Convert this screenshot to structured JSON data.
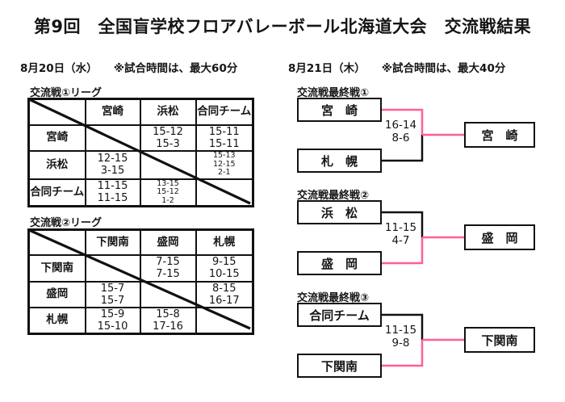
{
  "title": "第9回　全国盲学校フロアバレーボール北海道大会　交流戦結果",
  "colors": {
    "winner_line_pink": "#ff5f96",
    "loser_line_black": "#111111"
  },
  "left": {
    "date_note": "8月20日（水）　　※試合時間は、最大60分",
    "tables": [
      {
        "label": "交流戦①リーグ",
        "header": [
          "宮崎",
          "浜松",
          "合同チーム"
        ],
        "rows": [
          {
            "team": "宮崎",
            "cells": [
              "",
              "15-12\n15-3",
              "15-11\n15-11"
            ]
          },
          {
            "team": "浜松",
            "cells": [
              "12-15\n3-15",
              "",
              "15-13\n12-15\n2-1"
            ]
          },
          {
            "team": "合同チーム",
            "cells": [
              "11-15\n11-15",
              "13-15\n15-12\n1-2",
              ""
            ]
          }
        ]
      },
      {
        "label": "交流戦②リーグ",
        "header": [
          "下関南",
          "盛岡",
          "札幌"
        ],
        "rows": [
          {
            "team": "下関南",
            "cells": [
              "",
              "7-15\n7-15",
              "9-15\n10-15"
            ]
          },
          {
            "team": "盛岡",
            "cells": [
              "15-7\n15-7",
              "",
              "8-15\n16-17"
            ]
          },
          {
            "team": "札幌",
            "cells": [
              "15-9\n15-10",
              "15-8\n17-16",
              ""
            ]
          }
        ]
      }
    ]
  },
  "right": {
    "date_note": "8月21日（木）　　※試合時間は、最大40分",
    "brackets": [
      {
        "label": "交流戦最終戦①",
        "team_top": "宮　崎",
        "team_bottom": "札　幌",
        "scores": [
          "16-14",
          "8-6"
        ],
        "winner": "宮　崎",
        "top_color": "#ff5f96",
        "bottom_color": "#111111",
        "winner_color": "#ff5f96"
      },
      {
        "label": "交流戦最終戦②",
        "team_top": "浜　松",
        "team_bottom": "盛　岡",
        "scores": [
          "11-15",
          "4-7"
        ],
        "winner": "盛　岡",
        "top_color": "#111111",
        "bottom_color": "#ff5f96",
        "winner_color": "#ff5f96"
      },
      {
        "label": "交流戦最終戦③",
        "team_top": "合同チーム",
        "team_bottom": "下関南",
        "scores": [
          "11-15",
          "9-8"
        ],
        "winner": "下関南",
        "top_color": "#111111",
        "bottom_color": "#ff5f96",
        "winner_color": "#ff5f96"
      }
    ]
  }
}
